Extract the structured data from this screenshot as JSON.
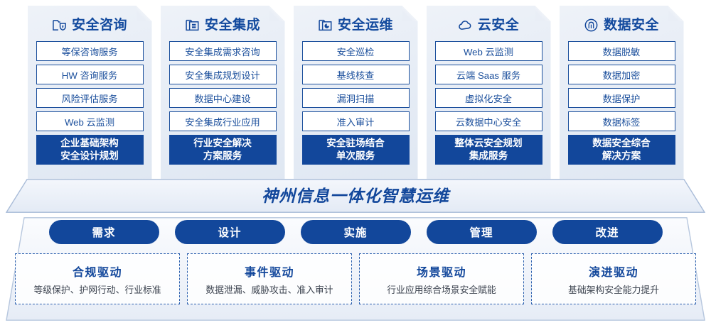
{
  "columns": [
    {
      "icon": "folder-shield-icon",
      "title": "安全咨询",
      "items": [
        "等保咨询服务",
        "HW 咨询服务",
        "风险评估服务",
        "Web 云监测"
      ],
      "highlight": [
        "企业基础架构",
        "安全设计规划"
      ]
    },
    {
      "icon": "folder-document-icon",
      "title": "安全集成",
      "items": [
        "安全集成需求咨询",
        "安全集成规划设计",
        "数据中心建设",
        "安全集成行业应用"
      ],
      "highlight": [
        "行业安全解决",
        "方案服务"
      ]
    },
    {
      "icon": "folder-chart-icon",
      "title": "安全运维",
      "items": [
        "安全巡检",
        "基线核查",
        "漏洞扫描",
        "准入审计"
      ],
      "highlight": [
        "安全驻场结合",
        "单次服务"
      ]
    },
    {
      "icon": "cloud-icon",
      "title": "云安全",
      "items": [
        "Web 云监测",
        "云端 Saas 服务",
        "虚拟化安全",
        "云数据中心安全"
      ],
      "highlight": [
        "整体云安全规划",
        "集成服务"
      ]
    },
    {
      "icon": "fingerprint-icon",
      "title": "数据安全",
      "items": [
        "数据脱敏",
        "数据加密",
        "数据保护",
        "数据标签"
      ],
      "highlight": [
        "数据安全综合",
        "解决方案"
      ]
    }
  ],
  "banner": {
    "text": "神州信息一体化智慧运维"
  },
  "pills": [
    {
      "label": "需求"
    },
    {
      "label": "设计"
    },
    {
      "label": "实施"
    },
    {
      "label": "管理"
    },
    {
      "label": "改进"
    }
  ],
  "drivers": [
    {
      "title": "合规驱动",
      "desc": "等级保护、护网行动、行业标准"
    },
    {
      "title": "事件驱动",
      "desc": "数据泄漏、威胁攻击、准入审计"
    },
    {
      "title": "场景驱动",
      "desc": "行业应用综合场景安全赋能"
    },
    {
      "title": "演进驱动",
      "desc": "基础架构安全能力提升"
    }
  ],
  "colors": {
    "primary_blue": "#12479b",
    "title_blue": "#134a9e",
    "border_blue": "#1b4f9c",
    "dash_blue": "#2a5fae",
    "panel_bg": "#e7edf6"
  }
}
